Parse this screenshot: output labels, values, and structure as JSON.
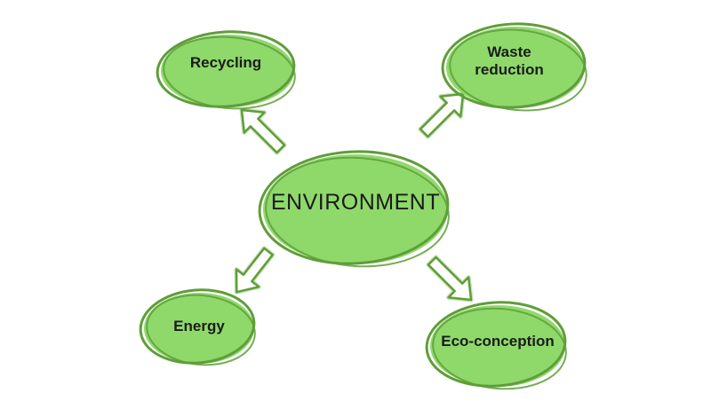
{
  "center": {
    "label": "ENVIRONMENT"
  },
  "nodes": {
    "recycling": {
      "label": "Recycling"
    },
    "waste_reduction": {
      "line1": "Waste",
      "line2": "reduction"
    },
    "energy": {
      "label": "Energy"
    },
    "eco_conception": {
      "label": "Eco-conception"
    }
  },
  "colors": {
    "bubble_fill": "#8fd96b",
    "outline": "#5f9d3a",
    "arrow_fill": "#ffffff",
    "text": "#1b1b1b"
  }
}
